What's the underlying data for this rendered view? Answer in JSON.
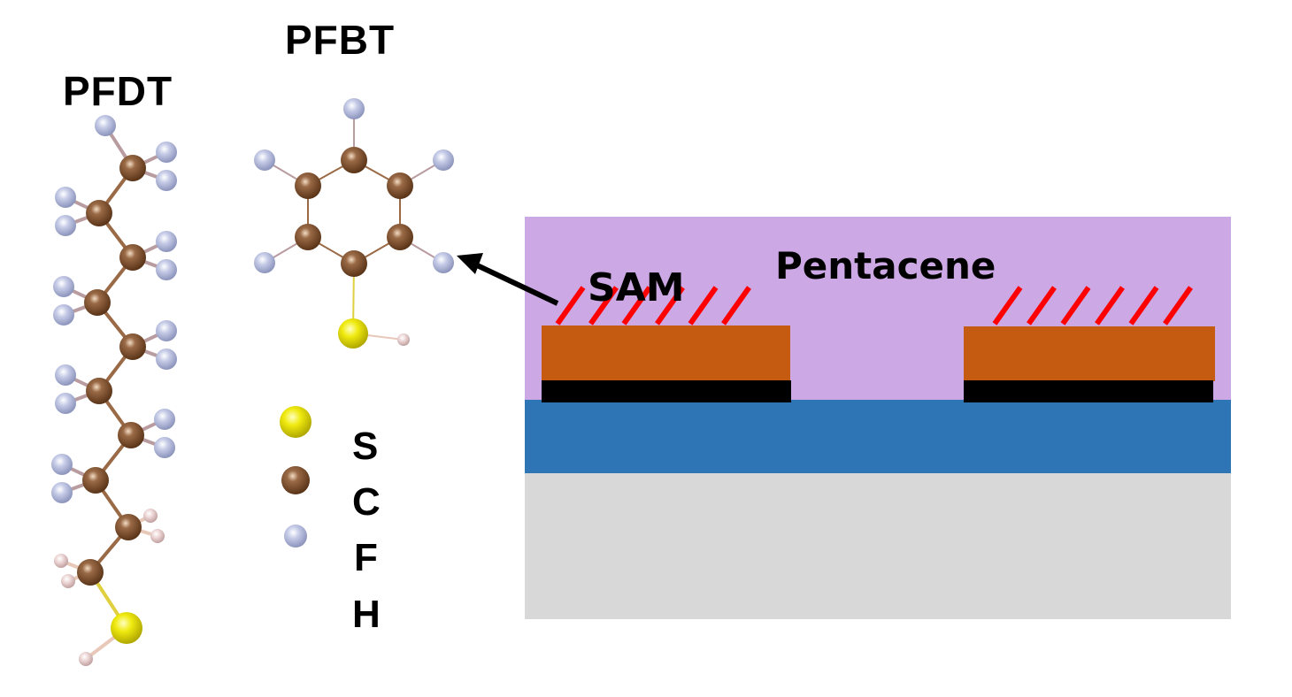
{
  "figure": {
    "molecules": {
      "pfdt": {
        "title": "PFDT"
      },
      "pfbt": {
        "title": "PFBT"
      }
    },
    "legend": {
      "items": [
        {
          "element": "S",
          "label": "S",
          "color": "#e6e000",
          "swatch": true
        },
        {
          "element": "C",
          "label": "C",
          "color": "#7a4a2a",
          "swatch": true
        },
        {
          "element": "F",
          "label": "F",
          "color": "#aab2d8",
          "swatch": true
        },
        {
          "element": "H",
          "label": "H",
          "color": "#e8c8c8",
          "swatch": false
        }
      ]
    },
    "device": {
      "labels": {
        "semiconductor": "Pentacene",
        "sam": "SAM"
      },
      "layers": {
        "pentacene_color": "#cca8e4",
        "electrode_color": "#c55a11",
        "adhesion_color": "#000000",
        "dielectric_color": "#2e75b6",
        "substrate_color": "#d8d8d8",
        "sam_color": "#ff0000"
      },
      "electrodes": 2,
      "sam_molecules_per_electrode": 6
    },
    "atom_colors": {
      "S": "#e6e000",
      "C": "#7a4a2a",
      "F": "#aab2d8",
      "H": "#e8c8c8"
    }
  }
}
